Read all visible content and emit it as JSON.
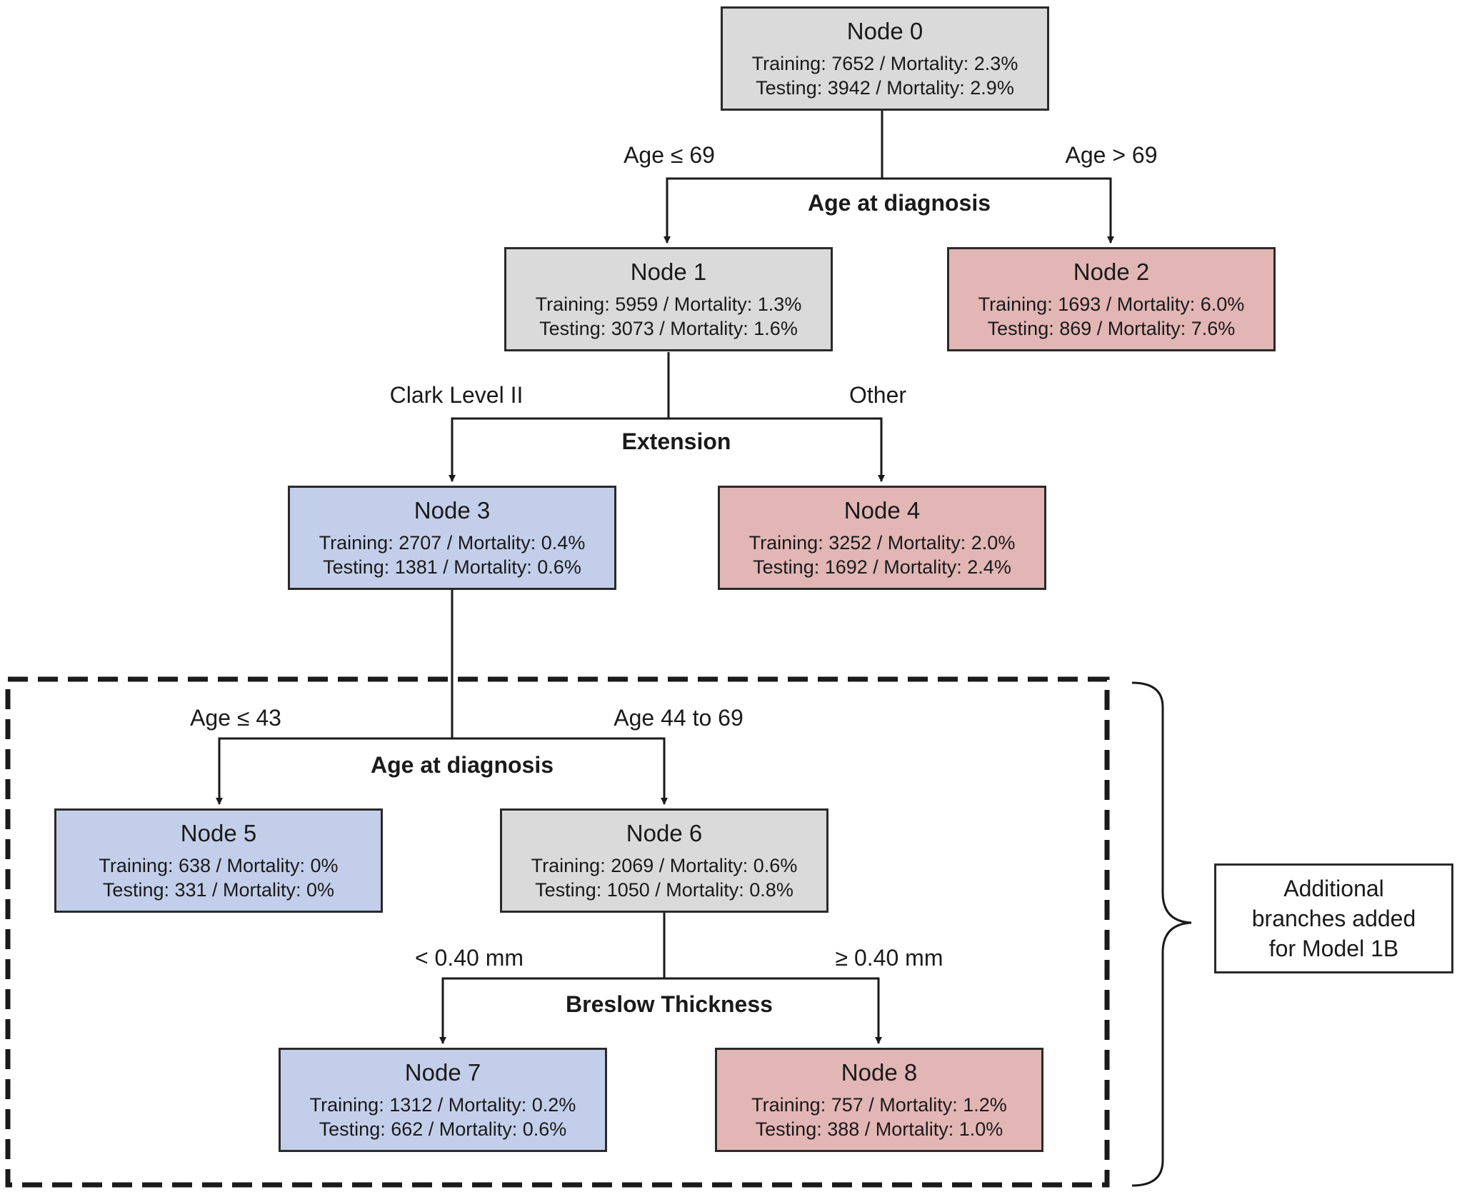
{
  "nodes": [
    {
      "id": "node-0",
      "title": "Node 0",
      "training": "Training: 7652 / Mortality: 2.3%",
      "testing": "Testing: 3942 / Mortality: 2.9%",
      "fill": "#d9dad9"
    },
    {
      "id": "node-1",
      "title": "Node 1",
      "training": "Training: 5959 / Mortality: 1.3%",
      "testing": "Testing: 3073 / Mortality: 1.6%",
      "fill": "#d9dad9"
    },
    {
      "id": "node-2",
      "title": "Node 2",
      "training": "Training: 1693 / Mortality: 6.0%",
      "testing": "Testing: 869 / Mortality: 7.6%",
      "fill": "#e2b6b5"
    },
    {
      "id": "node-3",
      "title": "Node 3",
      "training": "Training: 2707 / Mortality: 0.4%",
      "testing": "Testing: 1381 / Mortality: 0.6%",
      "fill": "#c3cfea"
    },
    {
      "id": "node-4",
      "title": "Node 4",
      "training": "Training: 3252 / Mortality: 2.0%",
      "testing": "Testing: 1692 / Mortality: 2.4%",
      "fill": "#e2b6b5"
    },
    {
      "id": "node-5",
      "title": "Node 5",
      "training": "Training: 638 / Mortality: 0%",
      "testing": "Testing: 331 / Mortality: 0%",
      "fill": "#c3cfea"
    },
    {
      "id": "node-6",
      "title": "Node 6",
      "training": "Training: 2069 / Mortality: 0.6%",
      "testing": "Testing: 1050 / Mortality: 0.8%",
      "fill": "#d9dad9"
    },
    {
      "id": "node-7",
      "title": "Node 7",
      "training": "Training: 1312 / Mortality: 0.2%",
      "testing": "Testing: 662 / Mortality: 0.6%",
      "fill": "#c3cfea"
    },
    {
      "id": "node-8",
      "title": "Node 8",
      "training": "Training: 757 / Mortality: 1.2%",
      "testing": "Testing: 388 / Mortality: 1.0%",
      "fill": "#e2b6b5"
    }
  ],
  "splits": [
    {
      "variable": "Age at diagnosis",
      "left_label": "Age ≤ 69",
      "right_label": "Age > 69"
    },
    {
      "variable": "Extension",
      "left_label": "Clark Level II",
      "right_label": "Other"
    },
    {
      "variable": "Age at diagnosis",
      "left_label": "Age ≤ 43",
      "right_label": "Age 44 to 69"
    },
    {
      "variable": "Breslow Thickness",
      "left_label": "< 0.40 mm",
      "right_label": "≥ 0.40 mm"
    }
  ],
  "annotation": {
    "lines": [
      "Additional",
      "branches added",
      "for Model 1B"
    ]
  },
  "colors": {
    "gray": "#d9dad9",
    "red": "#e2b6b5",
    "blue": "#c3cfea",
    "line": "#1a1a1a"
  }
}
